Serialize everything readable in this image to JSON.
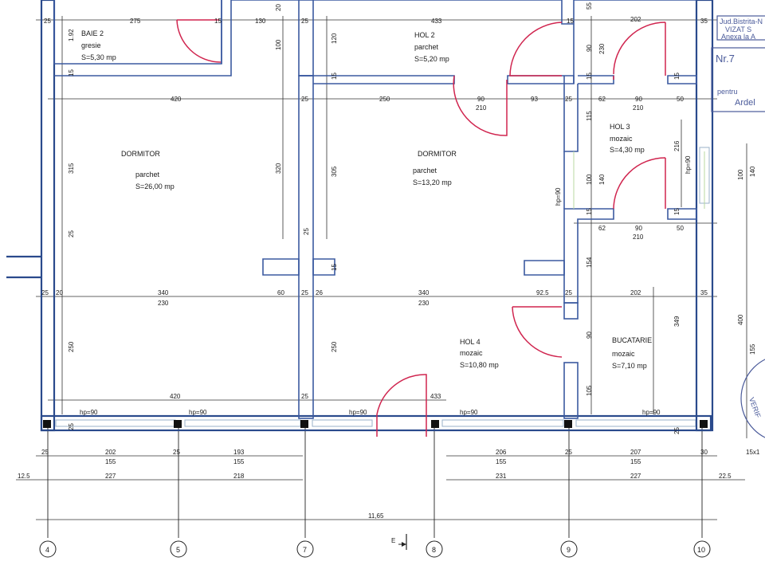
{
  "rooms": [
    {
      "name": "BAIE 2",
      "finish": "gresie",
      "area": "S=5,30 mp"
    },
    {
      "name": "HOL 2",
      "finish": "parchet",
      "area": "S=5,20 mp"
    },
    {
      "name": "HOL 3",
      "finish": "mozaic",
      "area": "S=4,30 mp"
    },
    {
      "name": "DORMITOR",
      "finish": "parchet",
      "area": "S=26,00 mp"
    },
    {
      "name": "DORMITOR",
      "finish": "parchet",
      "area": "S=13,20 mp"
    },
    {
      "name": "HOL 4",
      "finish": "mozaic",
      "area": "S=10,80 mp"
    },
    {
      "name": "BUCATARIE",
      "finish": "mozaic",
      "area": "S=7,10 mp"
    }
  ],
  "dims_top": [
    "25",
    "275",
    "15",
    "130",
    "20",
    "25",
    "433",
    "15",
    "55",
    "202",
    "35"
  ],
  "dims_row2": [
    "420",
    "25",
    "250",
    "90",
    "210",
    "93",
    "25",
    "62",
    "90",
    "210",
    "50"
  ],
  "dims_row3": [
    "62",
    "90",
    "210",
    "50"
  ],
  "dims_mid": [
    "25",
    "20",
    "340",
    "230",
    "60",
    "25",
    "26",
    "340",
    "230",
    "92.5",
    "25",
    "202",
    "35"
  ],
  "dims_bottom_inner": [
    "420",
    "25",
    "433"
  ],
  "hp_labels": [
    "hp=90",
    "hp=90",
    "hp=90",
    "hp=90",
    "hp=90",
    "hp=90"
  ],
  "hp_vertical": "hp=90",
  "vert_dims": [
    "1.92",
    "15",
    "100",
    "120",
    "15",
    "90",
    "230",
    "15",
    "315",
    "320",
    "305",
    "115",
    "216",
    "100",
    "140",
    "25",
    "25",
    "154",
    "90",
    "250",
    "250",
    "349",
    "105",
    "25",
    "25",
    "15",
    "15",
    "15",
    "15"
  ],
  "right_dims": [
    "100",
    "140",
    "400",
    "155"
  ],
  "ext_row1": [
    "25",
    "202",
    "155",
    "25",
    "193",
    "155",
    "206",
    "155",
    "25",
    "207",
    "155",
    "30"
  ],
  "ext_row2": [
    "12.5",
    "227",
    "218",
    "231",
    "227",
    "22.5"
  ],
  "total_width": "11,65",
  "axes": [
    "4",
    "5",
    "7",
    "8",
    "9",
    "10"
  ],
  "section_mark": "E",
  "stamp": {
    "line1": "Jud.Bistrita-N",
    "line2": "VIZAT S",
    "line3": "Anexa la A",
    "line4": "Nr.7",
    "line5": "pentru",
    "line6": "Ardel",
    "line7": "VERIF",
    "line8": "15x1"
  }
}
